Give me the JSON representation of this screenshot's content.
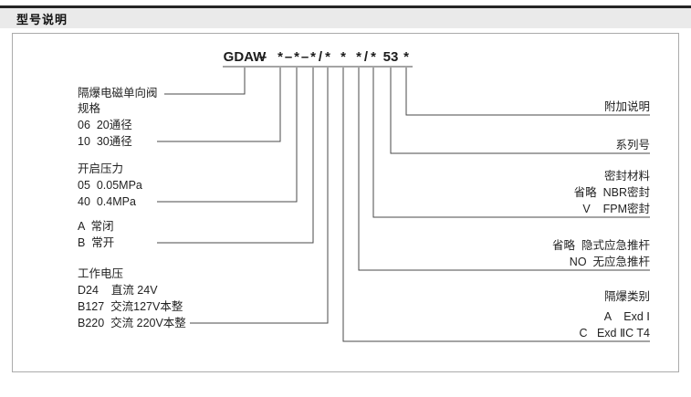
{
  "header": {
    "title": "型号说明"
  },
  "model_code": {
    "full_text": "GDAW–*–*–*/* * */* 53 *",
    "tokens": [
      "GDAW",
      "–",
      "*",
      "–",
      "*",
      "–",
      "*",
      "/",
      "*",
      "*",
      "*",
      "/",
      "*",
      "53",
      "*"
    ]
  },
  "left_groups": [
    {
      "lines": [
        "隔爆电磁单向阀"
      ]
    },
    {
      "lines": [
        "规格",
        "06  20通径",
        "10  30通径"
      ]
    },
    {
      "lines": [
        "开启压力",
        "05  0.05MPa",
        "40  0.4MPa"
      ]
    },
    {
      "lines": [
        "A  常闭",
        "B  常开"
      ]
    },
    {
      "lines": [
        "工作电压",
        "D24    直流 24V",
        "B127  交流127V本整",
        "B220  交流 220V本整"
      ]
    }
  ],
  "right_groups": [
    {
      "lines": [
        "附加说明"
      ]
    },
    {
      "lines": [
        "系列号"
      ]
    },
    {
      "lines": [
        "密封材料",
        "省略  NBR密封",
        "V    FPM密封"
      ]
    },
    {
      "lines": [
        "省略  隐式应急推杆",
        "NO  无应急推杆"
      ]
    },
    {
      "lines": [
        "隔爆类别",
        "A    Exd Ⅰ",
        "C   Exd ⅡC T4"
      ]
    }
  ],
  "colors": {
    "header_bg": "#eaeaea",
    "header_rule": "#252525",
    "box_border": "#ababab",
    "line_color": "#4a4a4a",
    "text_color": "#222222"
  }
}
